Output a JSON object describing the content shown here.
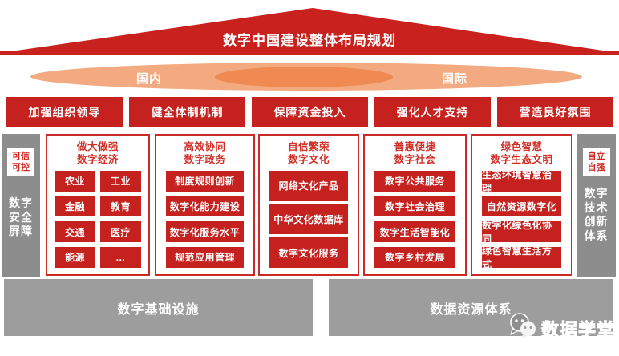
{
  "title": "数字中国建设整体布局规划",
  "scope_band": {
    "left": "国内",
    "right": "国际"
  },
  "guarantees": [
    "加强组织领导",
    "健全体制机制",
    "保障资金投入",
    "强化人才支持",
    "营造良好氛围"
  ],
  "left_pillar": {
    "badge_lines": [
      "可信",
      "可控"
    ],
    "label_lines": [
      "数字",
      "安全",
      "屏障"
    ]
  },
  "right_pillar": {
    "badge_lines": [
      "自立",
      "自强"
    ],
    "label_lines": [
      "数字",
      "技术",
      "创新",
      "体系"
    ]
  },
  "columns": [
    {
      "title": [
        "做大做强",
        "数字经济"
      ],
      "items": [
        "农业",
        "工业",
        "金融",
        "教育",
        "交通",
        "医疗",
        "能源",
        "..."
      ]
    },
    {
      "title": [
        "高效协同",
        "数字政务"
      ],
      "items": [
        "制度规则创新",
        "数字化能力建设",
        "数字化服务水平",
        "规范应用管理"
      ]
    },
    {
      "title": [
        "自信繁荣",
        "数字文化"
      ],
      "items": [
        "网络文化产品",
        "中华文化数据库",
        "数字文化服务"
      ]
    },
    {
      "title": [
        "普惠便捷",
        "数字社会"
      ],
      "items": [
        "数字公共服务",
        "数字社会治理",
        "数字生活智能化",
        "数字乡村发展"
      ]
    },
    {
      "title": [
        "绿色智慧",
        "数字生态文明"
      ],
      "items": [
        "生态环境智慧治理",
        "自然资源数字化",
        "数字化绿色化协同",
        "绿色智慧生活方式"
      ]
    }
  ],
  "foundations": [
    "数字基础设施",
    "数据资源体系"
  ],
  "watermark": {
    "icon": "wechat-icon",
    "text": "数据学堂"
  },
  "colors": {
    "red": "#c5211e",
    "roof_red": "#c9211d",
    "title_red": "#d22f28",
    "band_light": "#f3aa80",
    "band_dark": "#ee8a52",
    "pillar_gray": "#8d8d8d",
    "foundation_gray": "#9d9d9d"
  }
}
